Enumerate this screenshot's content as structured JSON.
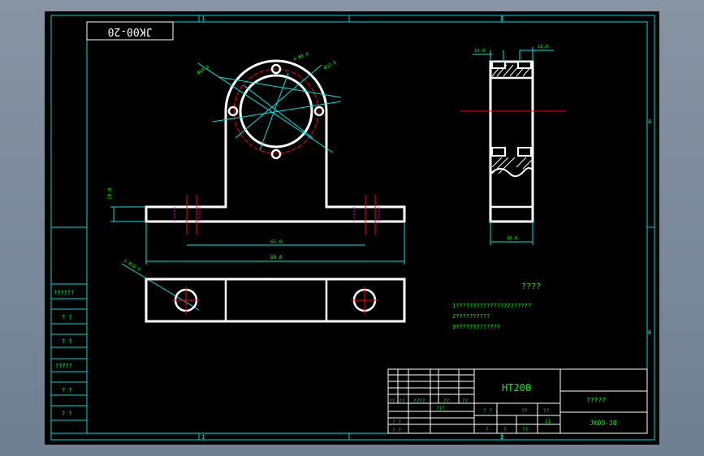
{
  "drawing": {
    "code_top": "JK00-20",
    "zone_numbers": {
      "top_left": "1",
      "top_mid": "2",
      "bottom_left": "1",
      "bottom_mid": "2"
    },
    "zone_letters": {
      "right_a": "A",
      "right_b": "B"
    }
  },
  "dimensions": {
    "top_left_radius": "Φ60.0",
    "holes": "4-Φ8.0",
    "bolt_circle": "Φ52.0",
    "height": "10.0",
    "hole_spacing": "65.0",
    "overall_length": "80.0",
    "side_width_left": "10.0",
    "side_width_right": "10.0",
    "side_depth": "20.0",
    "bottom_hole": "2-Φ10.0"
  },
  "notes": {
    "title": "????",
    "lines": [
      "1??????????????????????",
      "2??????????",
      "3?????????????"
    ]
  },
  "left_table": {
    "rows": [
      "??????",
      "? ?",
      "? ?",
      "?????",
      "? ?",
      "? ?"
    ]
  },
  "title_block": {
    "material": "HT200",
    "part_name": "?????",
    "drawing_no": "JK00-20",
    "row_labels": [
      "??",
      "??",
      "????",
      "??",
      "??"
    ],
    "left_bottom": [
      "? ?",
      "? ?"
    ],
    "mid_labels": [
      "???",
      "? ? ?",
      "??",
      "??"
    ],
    "scale_row": [
      "?",
      "?",
      "??",
      "11"
    ]
  },
  "colors": {
    "background": "#000000",
    "frame": "#00ffff",
    "geometry": "#ffffff",
    "dimension": "#00ff00",
    "centerline": "#ff0000",
    "hidden": "#ff00ff"
  }
}
